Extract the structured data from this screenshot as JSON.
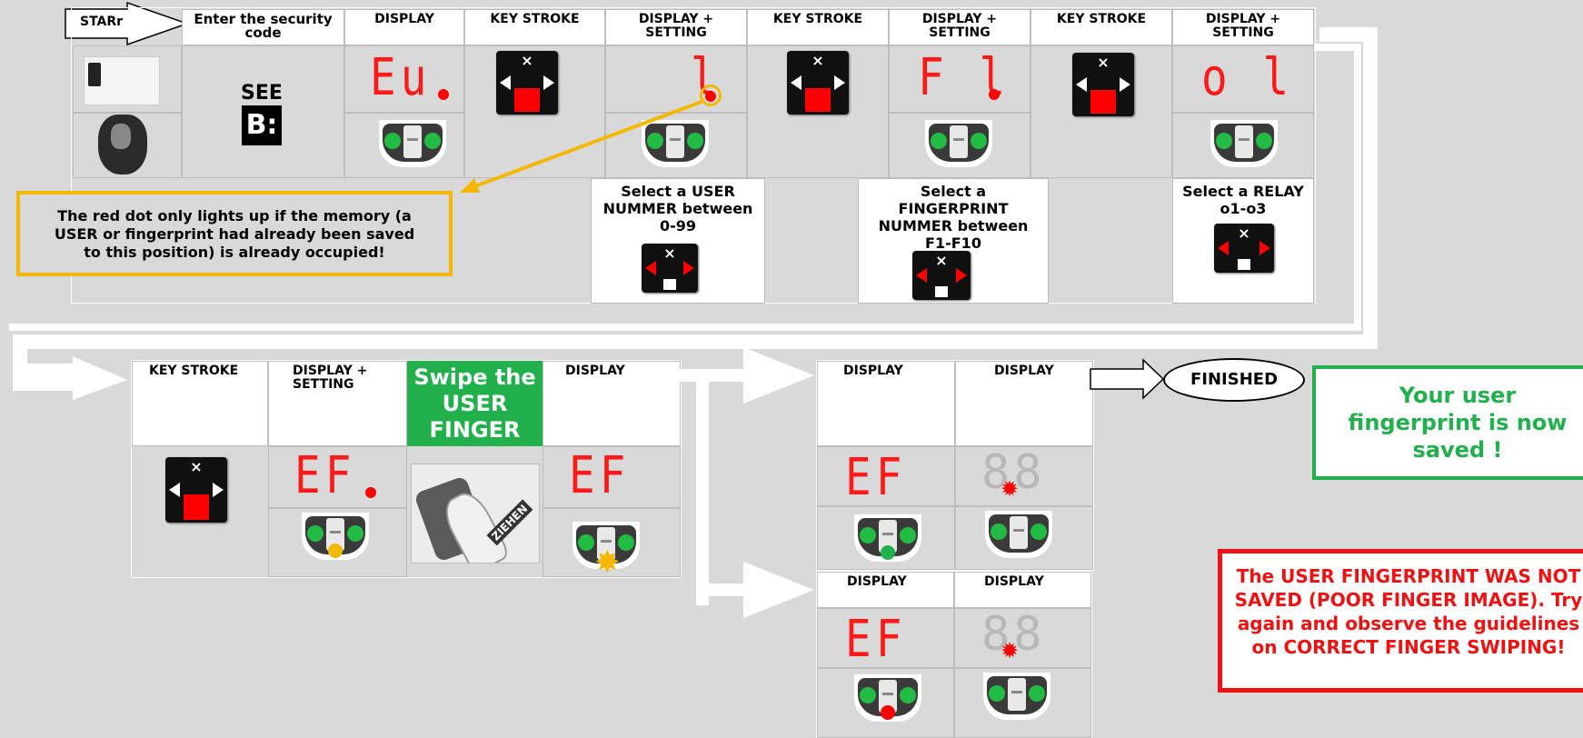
{
  "start_label": "STARr",
  "top_row": {
    "headers": [
      "Enter the security code",
      "DISPLAY",
      "KEY STROKE",
      "DISPLAY + SETTING",
      "KEY STROKE",
      "DISPLAY + SETTING",
      "KEY STROKE",
      "DISPLAY + SETTING"
    ],
    "see_label": "SEE",
    "b_label": "B:",
    "display_1": "Eu",
    "display_2": "l",
    "display_3": "F l",
    "display_4": "o l"
  },
  "captions": {
    "user": "Select a USER NUMMER between 0-99",
    "finger": "Select a FINGERPRINT NUMMER between F1-F10",
    "relay": "Select a RELAY o1-o3"
  },
  "note_red_dot": "The red dot only lights up if the memory (a USER or fingerprint had already been saved to this position) is already occupied!",
  "bottom_row": {
    "headers": [
      "KEY STROKE",
      "DISPLAY + SETTING",
      "DISPLAY"
    ],
    "swipe_label": "Swipe the USER FINGER",
    "display_ef_dot": "EF",
    "display_ef": "EF",
    "swipe_word": "ZIEHEN"
  },
  "result_tables": {
    "headers": [
      "DISPLAY",
      "DISPLAY",
      "DISPLAY",
      "DISPLAY"
    ],
    "ef": "EF",
    "ghost": "88"
  },
  "finished_label": "FINISHED",
  "success_note": "Your user fingerprint is now saved !",
  "fail_note": "The USER FINGERPRINT WAS NOT SAVED (POOR FINGER IMAGE). Try again and observe the guidelines on CORRECT FINGER SWIPING!",
  "colors": {
    "accent_red": "#ff1a1a",
    "green": "#21b04b",
    "yellow_border": "#f5b800",
    "red_border": "#ee1111"
  }
}
